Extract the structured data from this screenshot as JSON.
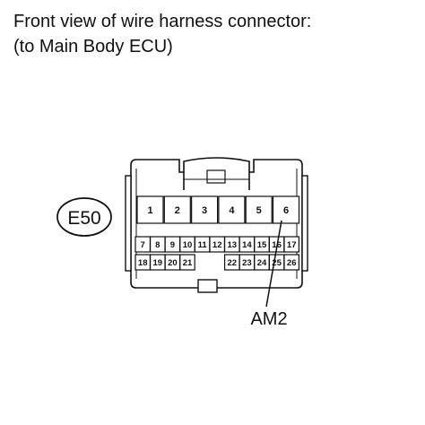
{
  "title_line1": "Front view of wire harness connector:",
  "title_line2": "(to Main Body ECU)",
  "connector_id": "E50",
  "callout_label": "AM2",
  "top_row_pins": [
    "1",
    "2",
    "3",
    "4",
    "5",
    "6"
  ],
  "mid_row_pins": [
    "7",
    "8",
    "9",
    "10",
    "11",
    "12",
    "13",
    "14",
    "15",
    "16",
    "17"
  ],
  "bottom_row_pins": [
    "18",
    "19",
    "20",
    "21",
    "22",
    "23",
    "24",
    "25",
    "26"
  ],
  "highlighted_pin": "6"
}
